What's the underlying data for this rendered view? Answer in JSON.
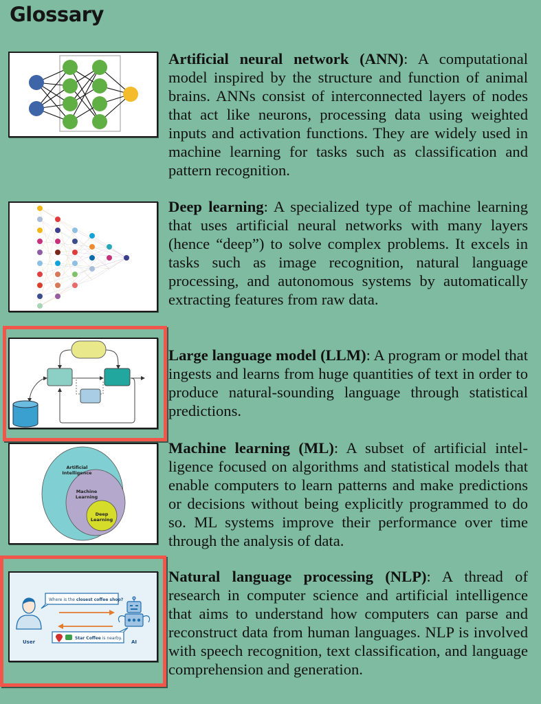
{
  "page": {
    "title": "Glossary",
    "accent_background": "#7fbba0",
    "highlight_color": "#f0564a"
  },
  "entries": [
    {
      "term": "Artificial neural network (ANN)",
      "definition": ": A computational model inspired by the structure and function of ani­mal brains. ANNs consist of interconnected layers of nodes that act like neurons, processing data using weighted inputs and activation functions. They are widely used in machine learning for tasks such as classification and pattern recognition.",
      "figure": "neural-network-diagram",
      "highlighted": false
    },
    {
      "term": "Deep learning",
      "definition": ": A specialized type of machine learning that uses artificial neural networks with many layers (hence “deep”) to solve complex problems. It excels in tasks such as image rec­ognition, natural language processing, and au­tonomous systems by automatically extracting features from raw data.",
      "figure": "deep-network-diagram",
      "highlighted": false
    },
    {
      "term": "Large language model (LLM)",
      "definition": ": A program or model that ingests and learns from huge quantities of text in order to produce natural-sounding language through statistical predictions.",
      "figure": "llm-flow-diagram",
      "highlighted": true
    },
    {
      "term": "Machine learning (ML)",
      "definition": ": A subset of artificial intel­ligence focused on algorithms and statistical models that enable computers to learn patterns and make predictions or decisions without being explicitly programmed to do so. ML systems improve their performance over time through the analysis of data.",
      "figure": "ai-venn-diagram",
      "highlighted": false
    },
    {
      "term": "Natural language processing (NLP)",
      "definition": ": A thread of research in computer science and artificial intel­ligence that aims to understand how computers can parse and reconstruct data from human lan­guages. NLP is involved with speech recognition, text classification, and language comprehension and generation.",
      "figure": "nlp-chat-illustration",
      "highlighted": true
    }
  ],
  "venn": {
    "outer": "Artificial Intelligence",
    "outer_l1": "Artificial",
    "outer_l2": "Intelligence",
    "middle_l1": "Machine",
    "middle_l2": "Learning",
    "inner_l1": "Deep",
    "inner_l2": "Learning"
  },
  "nlp_figure": {
    "question": "Where is the closest coffee shop?",
    "question_plain": "Where is the ",
    "question_bold": "closest coffee shop?",
    "answer_bold": "Star Coffee",
    "answer_plain": " is nearby.",
    "user_label": "User",
    "ai_label": "AI"
  }
}
